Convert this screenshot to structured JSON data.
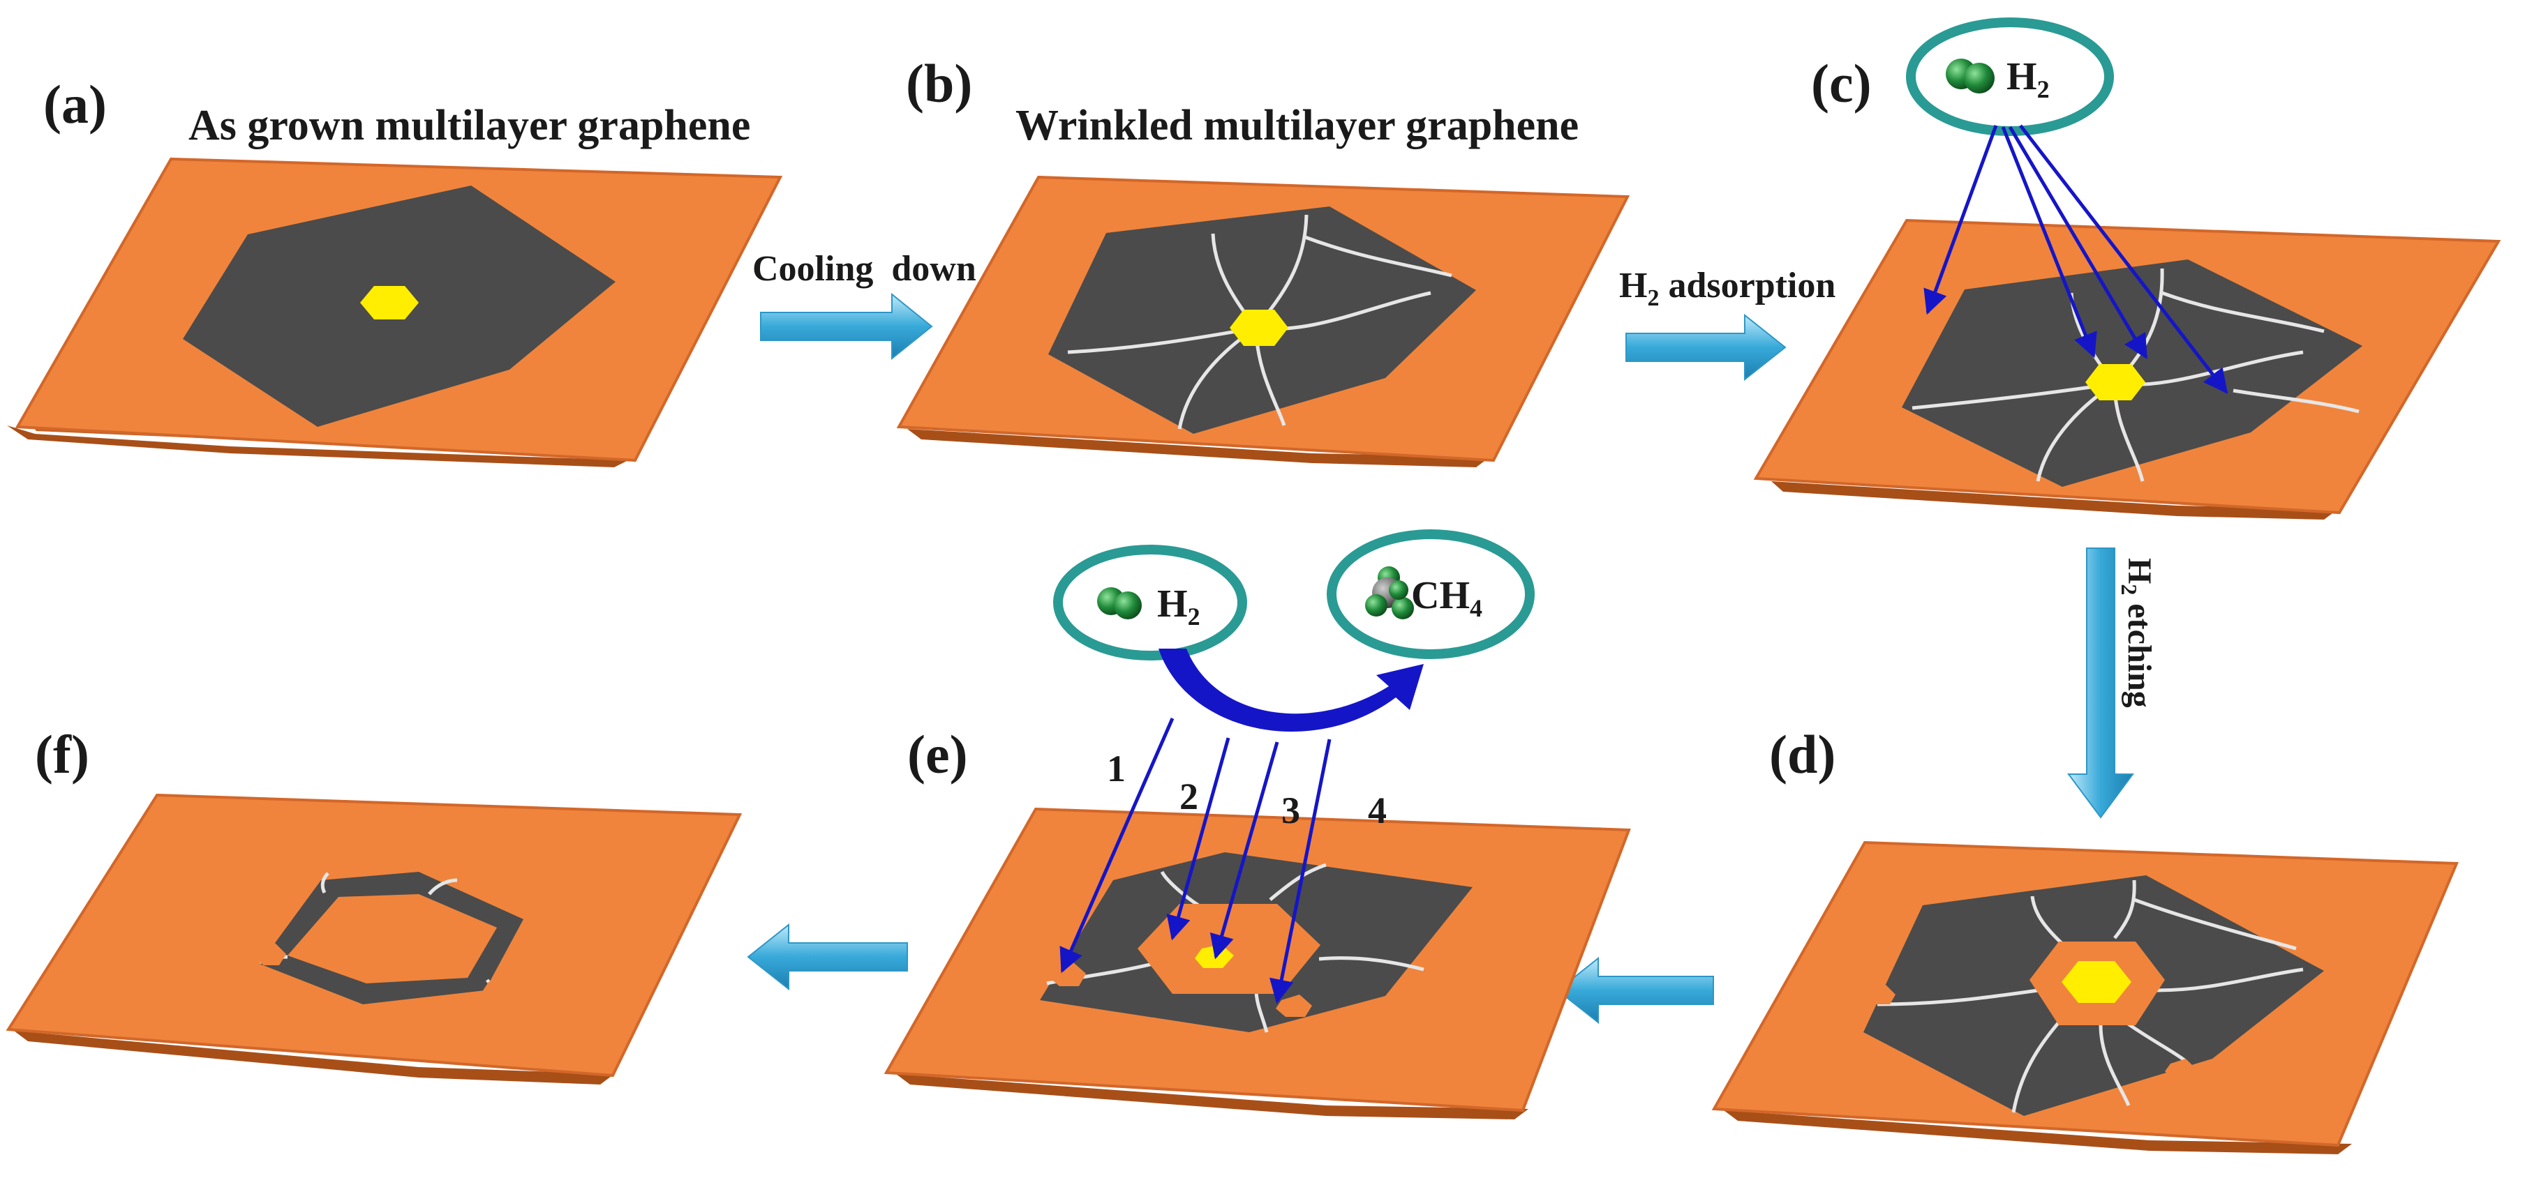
{
  "panels": {
    "a": {
      "label": "(a)",
      "title": "As grown multilayer graphene"
    },
    "b": {
      "label": "(b)",
      "title": "Wrinkled multilayer graphene"
    },
    "c": {
      "label": "(c)"
    },
    "d": {
      "label": "(d)"
    },
    "e": {
      "label": "(e)"
    },
    "f": {
      "label": "(f)"
    }
  },
  "steps": {
    "cooling": "Cooling  down",
    "adsorption": {
      "main": "H",
      "sub": "2",
      "rest": " adsorption"
    },
    "etching": {
      "main": "H",
      "sub": "2",
      "rest": " etching"
    }
  },
  "molecules": {
    "h2": {
      "main": "H",
      "sub": "2"
    },
    "ch4": {
      "main": "CH",
      "sub": "4"
    }
  },
  "pathways": [
    "1",
    "2",
    "3",
    "4"
  ],
  "colors": {
    "substrate": "#f0843c",
    "substrate_edge": "#c86020",
    "graphene": "#4b4b4b",
    "nucleus": "#ffee00",
    "wrinkle": "#e6e6e6",
    "process_arrow": "#3fb0de",
    "pathway_arrow": "#1515c8",
    "bubble_ring": "#2a9a94",
    "h2_molecule": "#1f8a3a"
  }
}
